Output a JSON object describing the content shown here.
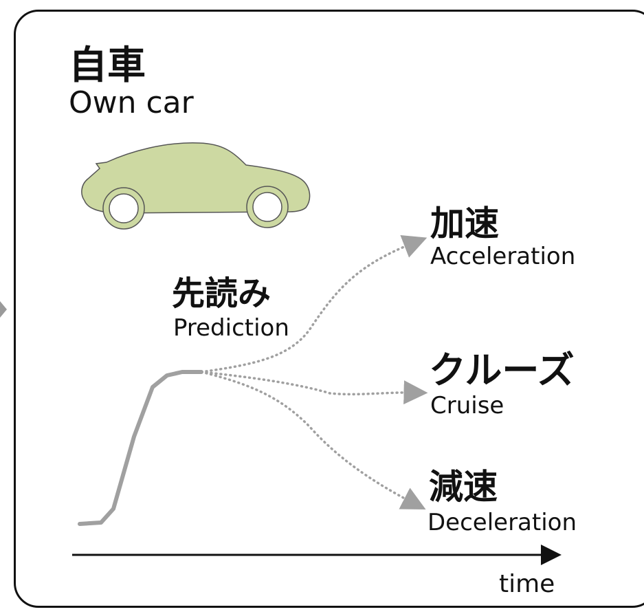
{
  "title": {
    "jp": "自車",
    "en": "Own car"
  },
  "prediction": {
    "jp": "先読み",
    "en": "Prediction"
  },
  "outcomes": [
    {
      "jp": "加速",
      "en": "Acceleration"
    },
    {
      "jp": "クルーズ",
      "en": "Cruise"
    },
    {
      "jp": "減速",
      "en": "Deceleration"
    }
  ],
  "axis": {
    "x_label": "time"
  },
  "colors": {
    "car_body": "#cdd9a2",
    "outline": "#555555",
    "curve": "#a0a0a0",
    "text": "#111111"
  },
  "icons": [
    "car-icon"
  ]
}
